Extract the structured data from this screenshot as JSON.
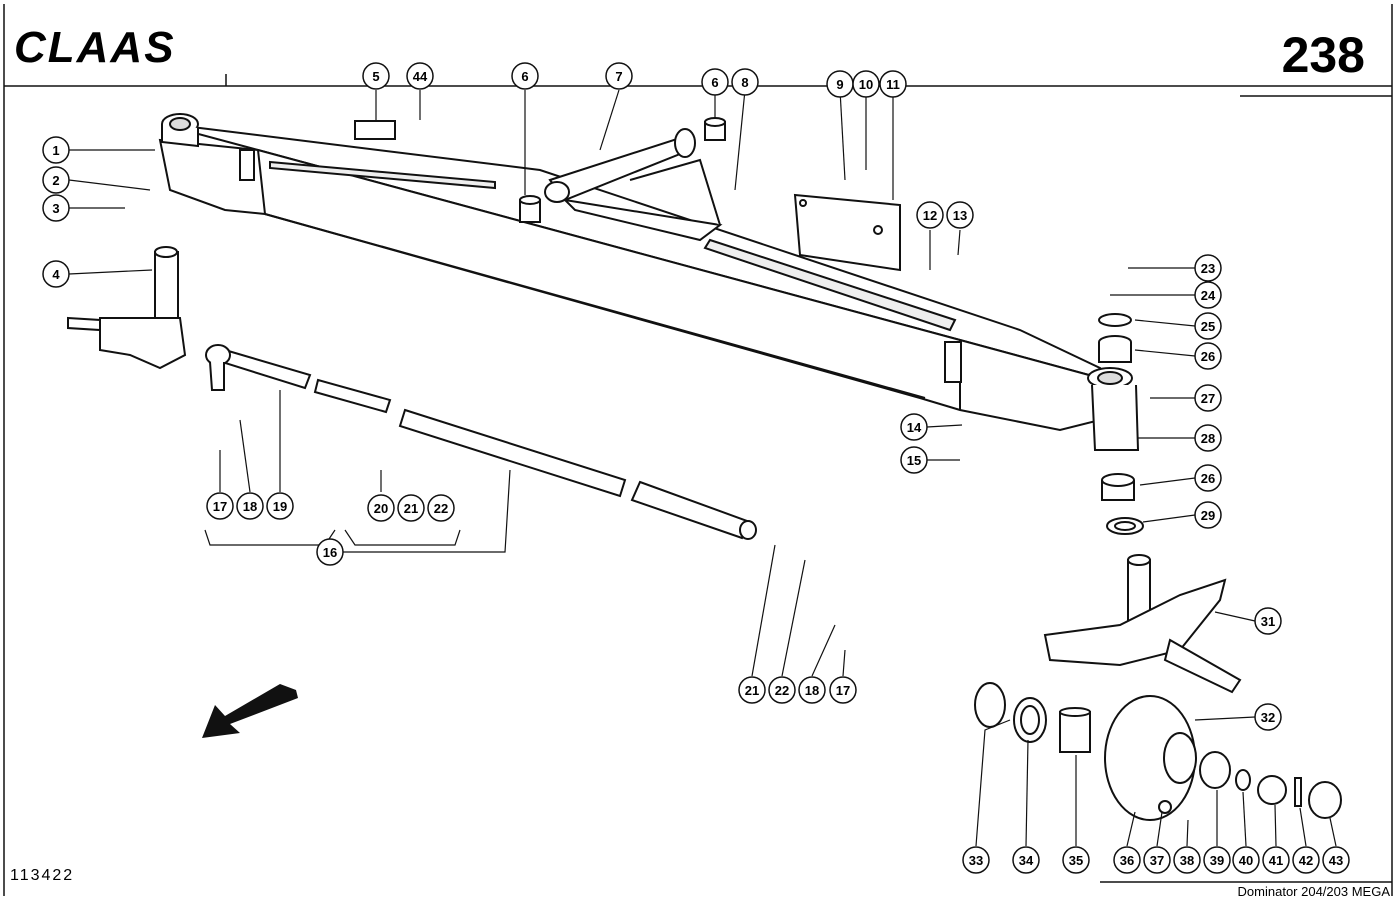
{
  "header": {
    "brand": "CLAAS",
    "page_number": "238"
  },
  "footer": {
    "figure_number": "113422",
    "model": "Dominator 204/203 MEGA"
  },
  "callouts": [
    {
      "id": "c1",
      "label": "1"
    },
    {
      "id": "c2",
      "label": "2"
    },
    {
      "id": "c3",
      "label": "3"
    },
    {
      "id": "c4",
      "label": "4"
    },
    {
      "id": "c5",
      "label": "5"
    },
    {
      "id": "c44",
      "label": "44"
    },
    {
      "id": "c6a",
      "label": "6"
    },
    {
      "id": "c7",
      "label": "7"
    },
    {
      "id": "c6b",
      "label": "6"
    },
    {
      "id": "c8",
      "label": "8"
    },
    {
      "id": "c9",
      "label": "9"
    },
    {
      "id": "c10",
      "label": "10"
    },
    {
      "id": "c11",
      "label": "11"
    },
    {
      "id": "c12",
      "label": "12"
    },
    {
      "id": "c13",
      "label": "13"
    },
    {
      "id": "c14",
      "label": "14"
    },
    {
      "id": "c15",
      "label": "15"
    },
    {
      "id": "c23",
      "label": "23"
    },
    {
      "id": "c24",
      "label": "24"
    },
    {
      "id": "c25",
      "label": "25"
    },
    {
      "id": "c26a",
      "label": "26"
    },
    {
      "id": "c27",
      "label": "27"
    },
    {
      "id": "c28",
      "label": "28"
    },
    {
      "id": "c26b",
      "label": "26"
    },
    {
      "id": "c29",
      "label": "29"
    },
    {
      "id": "c31",
      "label": "31"
    },
    {
      "id": "c32",
      "label": "32"
    },
    {
      "id": "c17a",
      "label": "17"
    },
    {
      "id": "c18a",
      "label": "18"
    },
    {
      "id": "c19",
      "label": "19"
    },
    {
      "id": "c20",
      "label": "20"
    },
    {
      "id": "c21a",
      "label": "21"
    },
    {
      "id": "c22a",
      "label": "22"
    },
    {
      "id": "c16",
      "label": "16"
    },
    {
      "id": "c21b",
      "label": "21"
    },
    {
      "id": "c22b",
      "label": "22"
    },
    {
      "id": "c18b",
      "label": "18"
    },
    {
      "id": "c17b",
      "label": "17"
    },
    {
      "id": "c33",
      "label": "33"
    },
    {
      "id": "c34",
      "label": "34"
    },
    {
      "id": "c35",
      "label": "35"
    },
    {
      "id": "c36",
      "label": "36"
    },
    {
      "id": "c37",
      "label": "37"
    },
    {
      "id": "c38",
      "label": "38"
    },
    {
      "id": "c39",
      "label": "39"
    },
    {
      "id": "c40",
      "label": "40"
    },
    {
      "id": "c41",
      "label": "41"
    },
    {
      "id": "c42",
      "label": "42"
    },
    {
      "id": "c43",
      "label": "43"
    }
  ]
}
